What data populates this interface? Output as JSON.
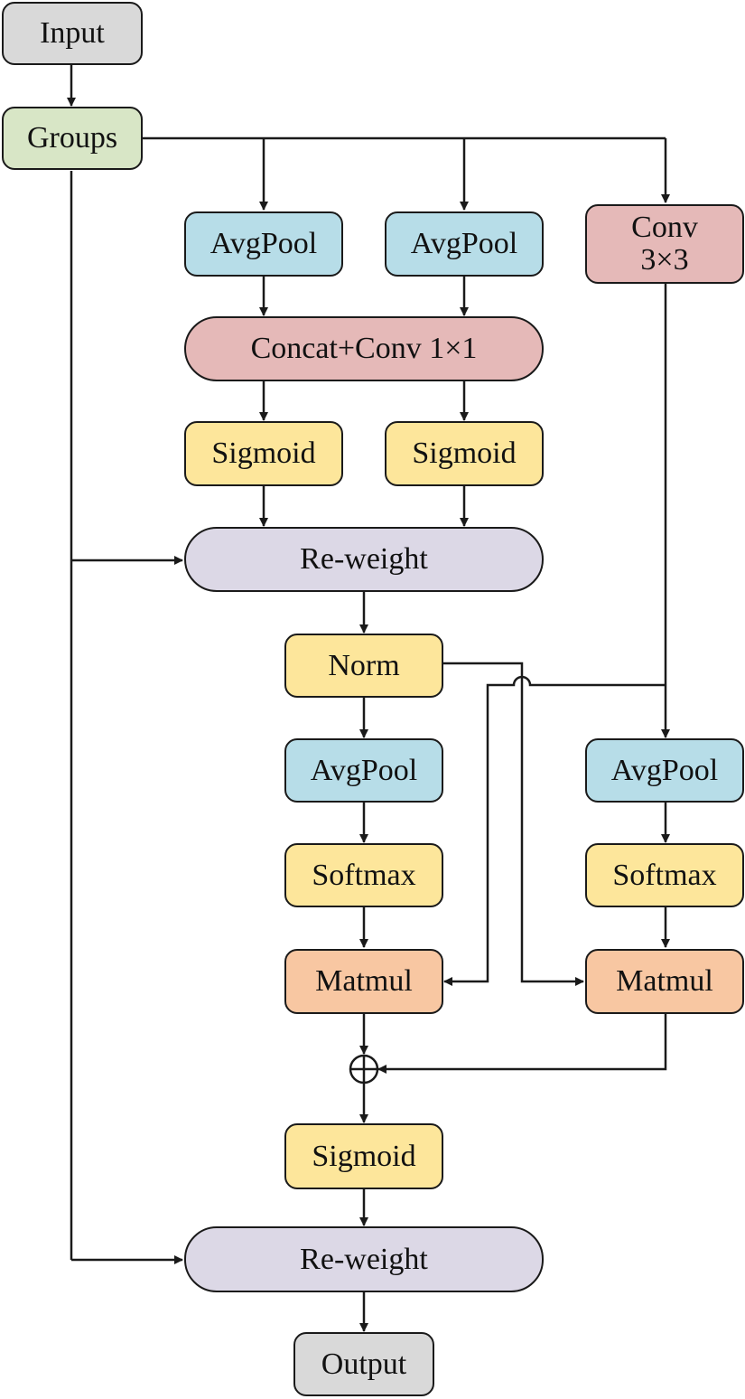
{
  "colors": {
    "gray": "#d9d9d9",
    "green": "#d8e6c6",
    "blue": "#b7dde8",
    "red": "#e5b9b8",
    "yellow": "#fde69b",
    "purple": "#dcd8e6",
    "orange": "#f8c7a2",
    "stroke": "#1a1a1a"
  },
  "nodes": {
    "input": "Input",
    "groups": "Groups",
    "avgpool_left": "AvgPool",
    "avgpool_mid": "AvgPool",
    "conv3x3": "Conv\n3×3",
    "concat_conv": "Concat+Conv 1×1",
    "sigmoid_left": "Sigmoid",
    "sigmoid_mid": "Sigmoid",
    "reweight_top": "Re-weight",
    "norm": "Norm",
    "avgpool_center": "AvgPool",
    "avgpool_right": "AvgPool",
    "softmax_center": "Softmax",
    "softmax_right": "Softmax",
    "matmul_center": "Matmul",
    "matmul_right": "Matmul",
    "sigmoid_bottom": "Sigmoid",
    "reweight_bottom": "Re-weight",
    "output": "Output"
  }
}
